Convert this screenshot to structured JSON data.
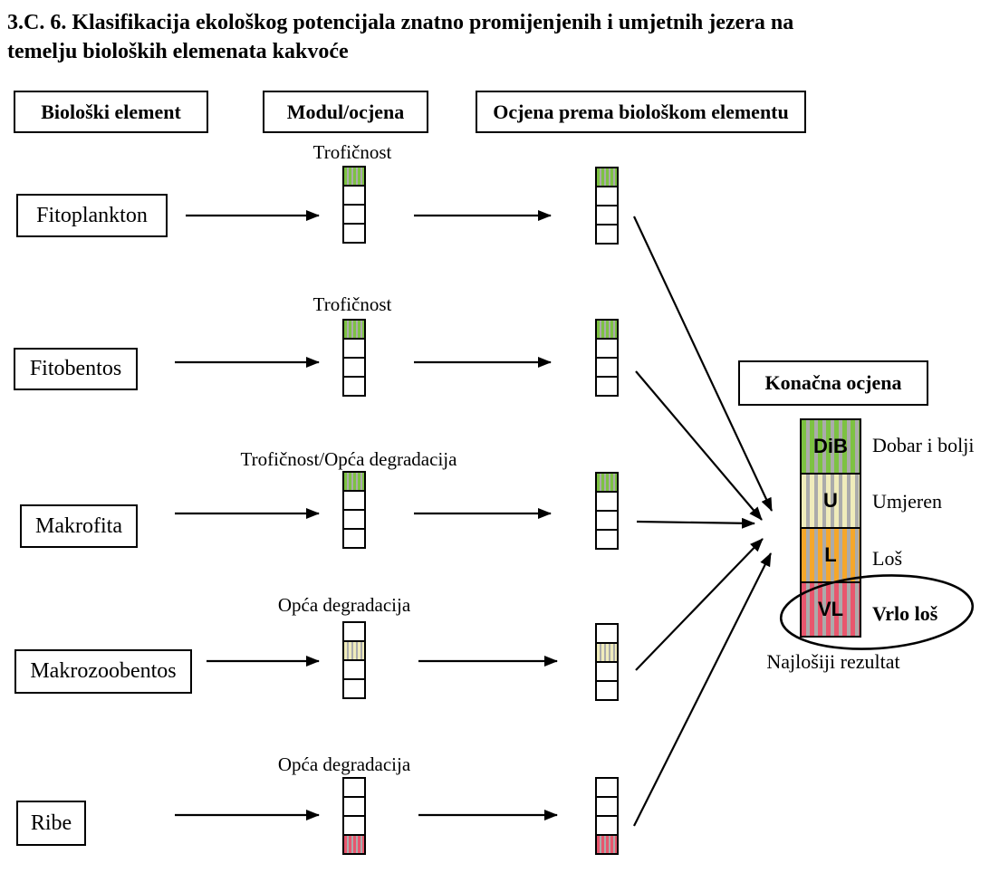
{
  "title": {
    "line1": "3.C. 6. Klasifikacija ekološkog potencijala znatno promijenjenih i umjetnih jezera na",
    "line2": "temelju bioloških elemenata kakvoće"
  },
  "headers": {
    "biological_element": "Biološki element",
    "module_assessment": "Modul/ocjena",
    "element_assessment": "Ocjena prema biološkom elementu"
  },
  "rows": [
    {
      "element": "Fitoplankton",
      "module": "Trofičnost",
      "module_cells": [
        "green",
        "white",
        "white",
        "white"
      ],
      "assessment_cells": [
        "green",
        "white",
        "white",
        "white"
      ]
    },
    {
      "element": "Fitobentos",
      "module": "Trofičnost",
      "module_cells": [
        "green",
        "white",
        "white",
        "white"
      ],
      "assessment_cells": [
        "green",
        "white",
        "white",
        "white"
      ]
    },
    {
      "element": "Makrofita",
      "module": "Trofičnost/Opća degradacija",
      "module_cells": [
        "green",
        "white",
        "white",
        "white"
      ],
      "assessment_cells": [
        "green",
        "white",
        "white",
        "white"
      ]
    },
    {
      "element": "Makrozoobentos",
      "module": "Opća degradacija",
      "module_cells": [
        "white",
        "cream",
        "white",
        "white"
      ],
      "assessment_cells": [
        "white",
        "cream",
        "white",
        "white"
      ]
    },
    {
      "element": "Ribe",
      "module": "Opća degradacija",
      "module_cells": [
        "white",
        "white",
        "white",
        "red"
      ],
      "assessment_cells": [
        "white",
        "white",
        "white",
        "red"
      ]
    }
  ],
  "final": {
    "header": "Konačna ocjena",
    "pattern": [
      "green",
      "cream",
      "orange",
      "red"
    ],
    "classes": [
      {
        "code": "DiB",
        "label": "Dobar i bolji"
      },
      {
        "code": "U",
        "label": "Umjeren"
      },
      {
        "code": "L",
        "label": "Loš"
      },
      {
        "code": "VL",
        "label": "Vrlo loš"
      }
    ],
    "footnote": "Najlošiji rezultat"
  },
  "colors": {
    "green": "#7dc242",
    "cream": "#f0ecbb",
    "orange": "#f5a72b",
    "red": "#e8566d",
    "gray": "#ababab"
  }
}
